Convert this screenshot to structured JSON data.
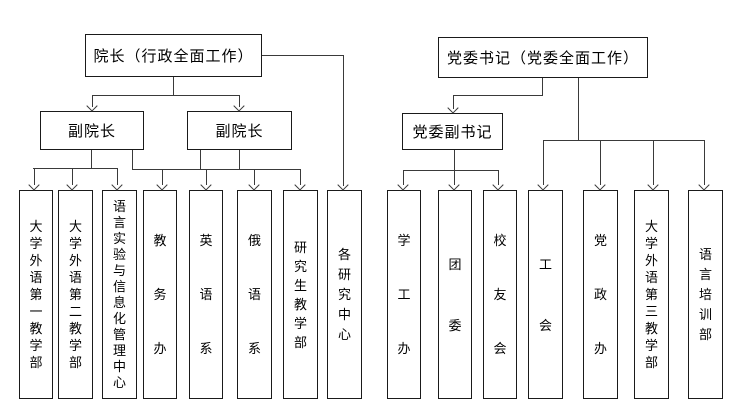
{
  "chart": {
    "admin_head": "院长（行政全面工作）",
    "vice_dean_left": "副院长",
    "vice_dean_right": "副院长",
    "party_head": "党委书记（党委全面工作）",
    "party_deputy": "党委副书记",
    "departments": [
      {
        "label": "大学外语第一教学部"
      },
      {
        "label": "大学外语第二教学部"
      },
      {
        "label": "语言实验与信息化管理中心"
      },
      {
        "label": "教务办"
      },
      {
        "label": "英语系"
      },
      {
        "label": "俄语系"
      },
      {
        "label": "研究生教学部"
      },
      {
        "label": "各研究中心"
      },
      {
        "label": "学工办"
      },
      {
        "label": "团委"
      },
      {
        "label": "校友会"
      },
      {
        "label": "工会"
      },
      {
        "label": "党政办"
      },
      {
        "label": "大学外语第三教学部"
      },
      {
        "label": "语言培训部"
      }
    ],
    "colors": {
      "background": "#ffffff",
      "line": "#3a3a3a",
      "border": "#1a1a1a",
      "text": "#000000"
    }
  }
}
